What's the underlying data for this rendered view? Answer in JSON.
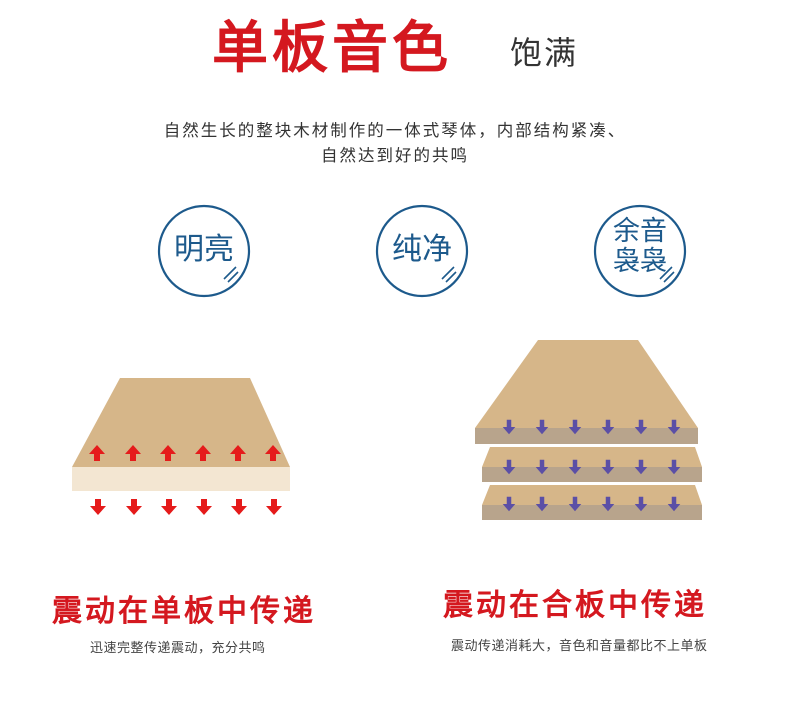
{
  "header": {
    "title": "单板音色",
    "subtitle": "饱满",
    "description_line_1": "自然生长的整块木材制作的一体式琴体，内部结构紧凑、",
    "description_line_2": "自然达到好的共鸣"
  },
  "features": [
    {
      "lines": [
        "明亮"
      ]
    },
    {
      "lines": [
        "纯净"
      ]
    },
    {
      "lines": [
        "余音",
        "袅袅"
      ]
    }
  ],
  "comparisons": [
    {
      "title": "震动在单板中传递",
      "note": "迅速完整传递震动，充分共鸣"
    },
    {
      "title": "震动在合板中传递",
      "note": "震动传递消耗大，音色和音量都比不上单板"
    }
  ],
  "colors": {
    "accent_red": "#d4181f",
    "circle_blue": "#1d5a8c",
    "board_tan": "#d6b689",
    "board_edge": "#f3e6d2",
    "arrow_red": "#e51b1b",
    "arrow_purple": "#5b4fa6"
  },
  "icons": {
    "feature_circle": "outlined-circle-with-sparkle",
    "arrow_up": "red-up-arrow",
    "arrow_down": "red-down-arrow",
    "arrow_down_purple": "purple-down-arrow"
  }
}
